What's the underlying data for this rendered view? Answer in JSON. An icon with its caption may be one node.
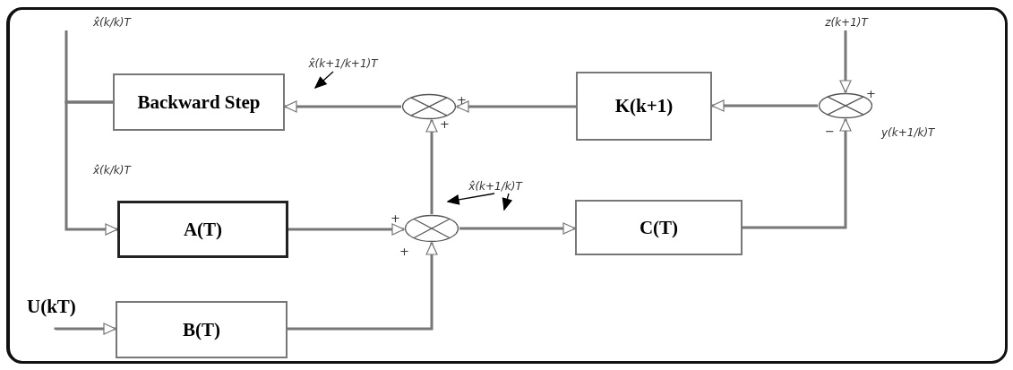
{
  "diagram": {
    "nodes": [
      {
        "text": [
          "Backward Step"
        ]
      },
      {
        "text": [
          "K(k+1)"
        ]
      },
      {
        "text": [
          "A(T)"
        ]
      },
      {
        "text": [
          "B(T)"
        ]
      },
      {
        "text": [
          "C(T)"
        ]
      },
      {
        "text": [],
        "shape": "circle"
      },
      {
        "text": [],
        "shape": "circle"
      },
      {
        "text": [],
        "shape": "circle"
      },
      {
        "text": [
          "U(kT)"
        ]
      },
      {
        "text": [
          "z(k+1)T"
        ]
      },
      {
        "text": [
          "x̂(k+1/k+1)T"
        ]
      },
      {
        "text": [
          "x̂(k+1/k)T"
        ]
      }
    ],
    "edges": [
      {
        "from": 0,
        "to": null,
        "arrow": "none"
      },
      {
        "from": 0,
        "to": 2,
        "arrow": "to"
      },
      {
        "from": 5,
        "to": 0,
        "arrow": "to"
      },
      {
        "from": 1,
        "to": 5,
        "arrow": "to"
      },
      {
        "from": 7,
        "to": 1,
        "arrow": "to"
      },
      {
        "from": 9,
        "to": 7,
        "arrow": "to"
      },
      {
        "from": 4,
        "to": 7,
        "arrow": "to"
      },
      {
        "from": 2,
        "to": 6,
        "arrow": "to"
      },
      {
        "from": 3,
        "to": 6,
        "arrow": "to"
      },
      {
        "from": 6,
        "to": 4,
        "arrow": "to"
      },
      {
        "from": 6,
        "to": 5,
        "arrow": "to"
      },
      {
        "from": 8,
        "to": 3,
        "arrow": "to"
      },
      {
        "from": 10,
        "to": null,
        "arrow": "to",
        "color": "#000000"
      },
      {
        "from": 11,
        "to": null,
        "arrow": "to",
        "color": "#000000"
      },
      {
        "from": 11,
        "to": null,
        "arrow": "to",
        "color": "#000000"
      }
    ],
    "labels": [
      "x̂(k/k)T",
      "+",
      "+",
      "+",
      "−",
      "y(k+1/k)T",
      "x̂(k/k)T",
      "+",
      "+"
    ]
  }
}
